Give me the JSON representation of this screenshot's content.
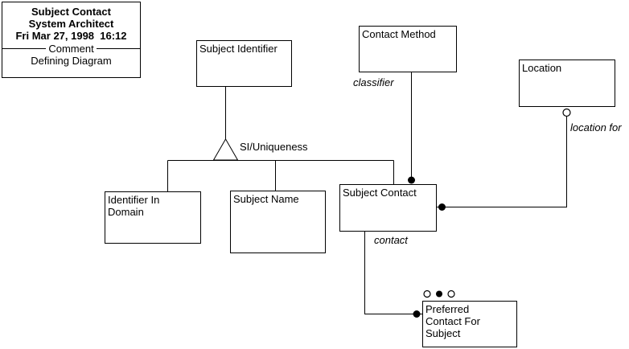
{
  "title_block": {
    "title": "Subject Contact",
    "subtitle": "System Architect",
    "timestamp": "Fri Mar 27, 1998  16:12",
    "divider_label": "Comment",
    "comment": "Defining Diagram"
  },
  "entities": [
    {
      "id": "subject-identifier",
      "label": "Subject Identifier"
    },
    {
      "id": "contact-method",
      "label": "Contact Method"
    },
    {
      "id": "location",
      "label": "Location"
    },
    {
      "id": "identifier-in-domain",
      "label": "Identifier In Domain"
    },
    {
      "id": "subject-name",
      "label": "Subject Name"
    },
    {
      "id": "subject-contact",
      "label": "Subject Contact"
    },
    {
      "id": "preferred-contact-for-subject",
      "label": "Preferred Contact For Subject"
    }
  ],
  "relationship_labels": {
    "subtype": "SI/Uniqueness",
    "classifier": "classifier",
    "location_for": "location for",
    "contact": "contact"
  },
  "colors": {
    "line": "#000000",
    "background": "#ffffff",
    "box_fill": "#ffffff",
    "box_border": "#000000"
  }
}
